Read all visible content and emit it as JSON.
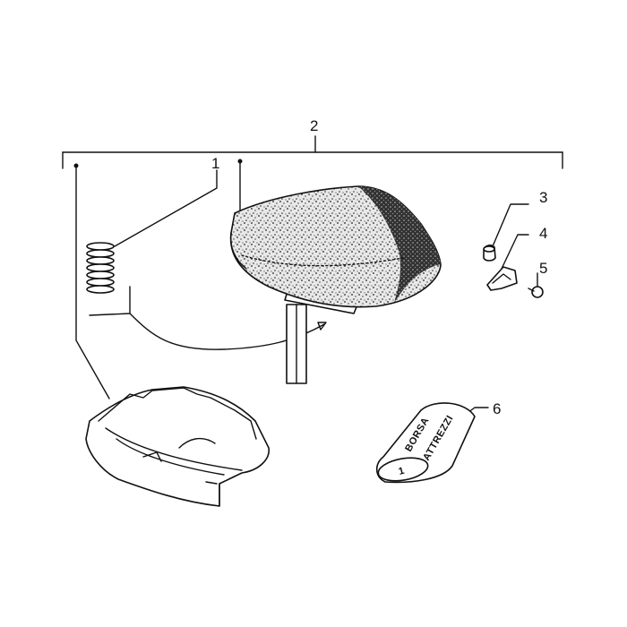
{
  "callouts": [
    {
      "id": "1",
      "text": "1"
    },
    {
      "id": "2",
      "text": "2"
    },
    {
      "id": "3",
      "text": "3"
    },
    {
      "id": "4",
      "text": "4"
    },
    {
      "id": "5",
      "text": "5"
    },
    {
      "id": "6",
      "text": "6"
    }
  ],
  "tool_bag": {
    "line1": "BORSA",
    "line2": "ATTREZZI",
    "number": "1"
  }
}
